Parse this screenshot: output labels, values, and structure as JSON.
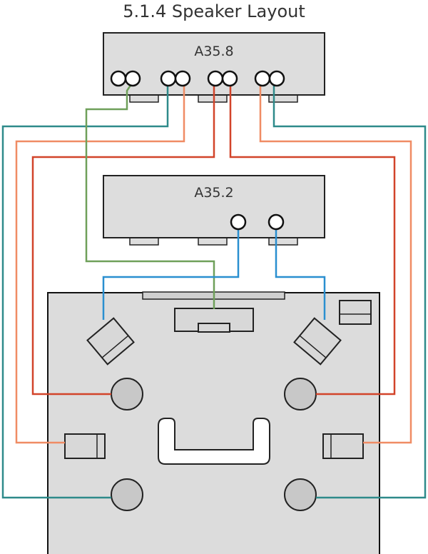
{
  "title": "5.1.4 Speaker Layout",
  "amplifiers": {
    "main": {
      "label": "A35.8"
    },
    "secondary": {
      "label": "A35.2"
    }
  },
  "colors": {
    "wire_teal": "#2e8a8a",
    "wire_salmon": "#f08c64",
    "wire_red": "#d2442a",
    "wire_blue": "#2a8fd0",
    "wire_green": "#6fa05a"
  }
}
